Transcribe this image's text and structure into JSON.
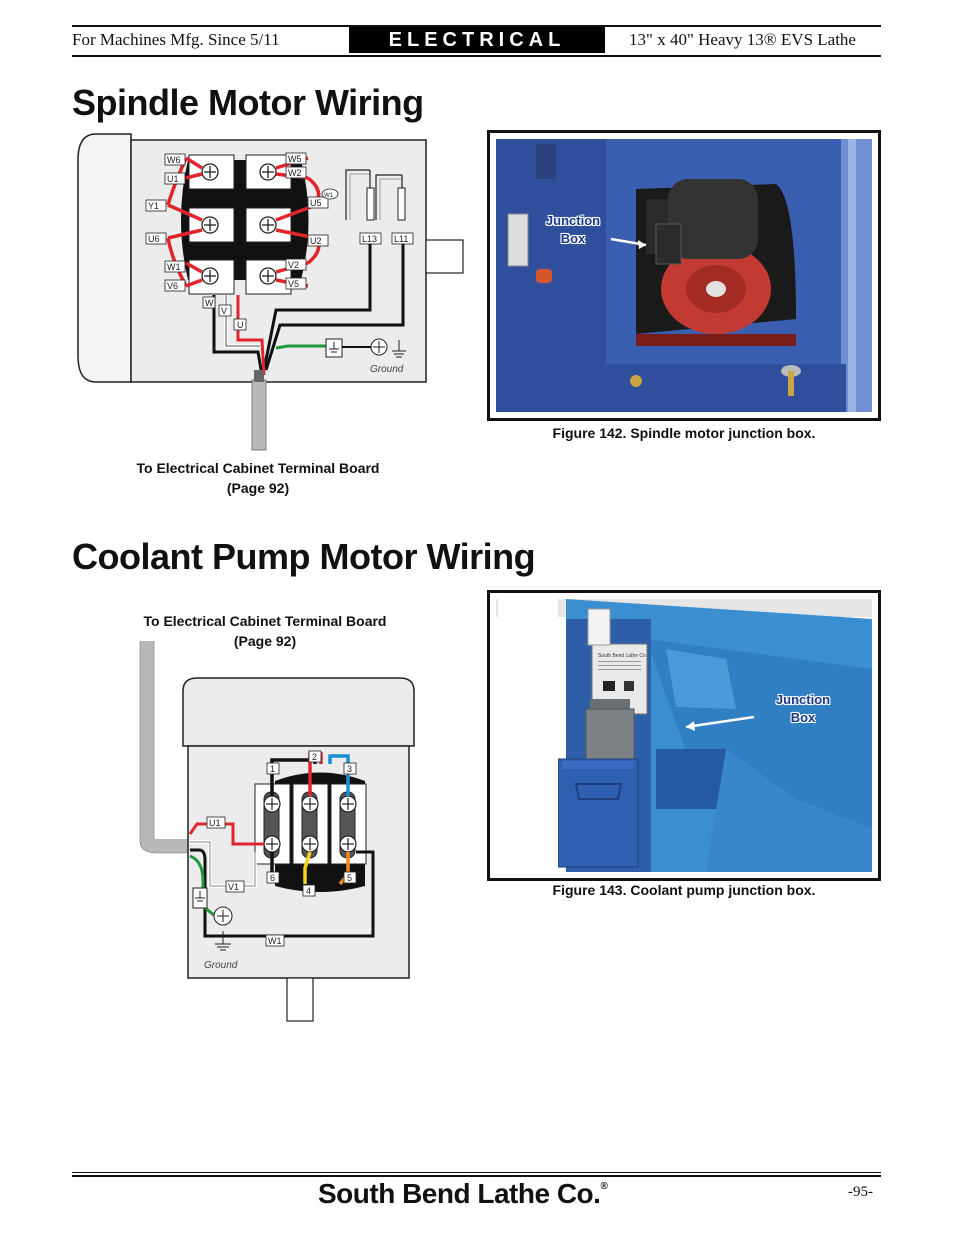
{
  "header": {
    "left": "For Machines Mfg. Since 5/11",
    "section": "ELECTRICAL",
    "right": "13\" x 40\" Heavy 13® EVS Lathe"
  },
  "spindle": {
    "title": "Spindle Motor Wiring",
    "terminals_left": [
      "W6",
      "U1",
      "Y1",
      "U6",
      "W1",
      "V6"
    ],
    "terminals_right": [
      "W5",
      "W2",
      "U5",
      "U2",
      "V2",
      "V5"
    ],
    "jumper_label": "W1",
    "line_labels": [
      "L13",
      "L11"
    ],
    "lead_labels": [
      "W",
      "V",
      "U"
    ],
    "ground_label": "Ground",
    "cabinet_caption_line1": "To Electrical Cabinet Terminal Board",
    "cabinet_caption_line2": "(Page 92)",
    "photo_label_line1": "Junction",
    "photo_label_line2": "Box",
    "figure_caption": "Figure 142. Spindle motor junction box."
  },
  "coolant": {
    "title": "Coolant Pump Motor Wiring",
    "cabinet_caption_line1": "To Electrical Cabinet Terminal Board",
    "cabinet_caption_line2": "(Page 92)",
    "terminal_numbers_top": [
      "1",
      "2",
      "3"
    ],
    "terminal_numbers_bottom": [
      "6",
      "4",
      "5"
    ],
    "lead_labels": [
      "U1",
      "V1",
      "W1"
    ],
    "ground_label": "Ground",
    "photo_plate_text": "South Bend Lathe Co.",
    "photo_label_line1": "Junction",
    "photo_label_line2": "Box",
    "figure_caption": "Figure 143. Coolant pump junction box."
  },
  "footer": {
    "brand": "South Bend Lathe Co.",
    "reg_mark": "®",
    "page_number": "-95-"
  },
  "colors": {
    "wire_red": "#e0262c",
    "wire_black": "#111111",
    "wire_white": "#ffffff",
    "wire_green": "#1f9a3a",
    "wire_blue": "#1a8fd6",
    "wire_yellow": "#f3d21b",
    "wire_orange": "#f08a1c",
    "machine_blue": "#3b5fb0",
    "panel_gray": "#ececec"
  }
}
